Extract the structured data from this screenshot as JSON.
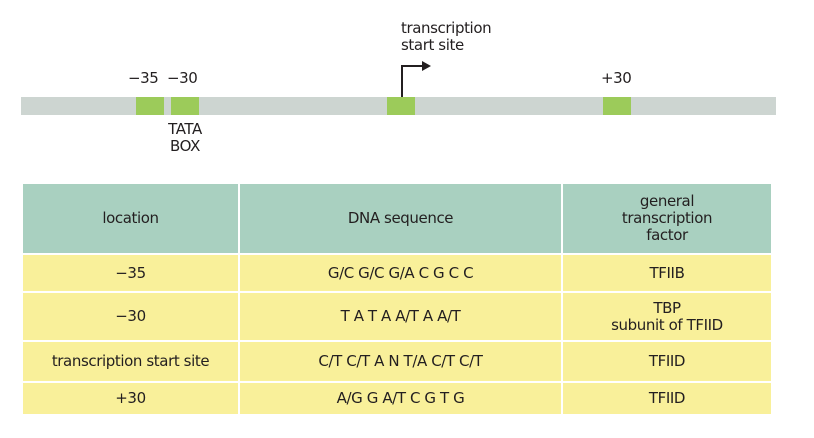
{
  "diagram": {
    "tss_label": [
      "transcription",
      "start site"
    ],
    "pos_labels": {
      "minus35": "−35",
      "minus30": "−30",
      "plus30": "+30"
    },
    "tata_label": [
      "TATA",
      "BOX"
    ],
    "colors": {
      "dna": "#cdd5d1",
      "element": "#9ccb5a"
    }
  },
  "table": {
    "headers": [
      "location",
      "DNA sequence",
      "general transcription factor"
    ],
    "header_factor_lines": [
      "general",
      "transcription",
      "factor"
    ],
    "rows": [
      {
        "location": "−35",
        "sequence": "G/C G/C G/A C G C C",
        "factor": [
          "TFIIB"
        ]
      },
      {
        "location": "−30",
        "sequence": "T A T A A/T A A/T",
        "factor": [
          "TBP",
          "subunit of TFIID"
        ]
      },
      {
        "location": "transcription start site",
        "sequence": "C/T C/T A N T/A C/T C/T",
        "factor": [
          "TFIID"
        ]
      },
      {
        "location": "+30",
        "sequence": "A/G G A/T C G T G",
        "factor": [
          "TFIID"
        ]
      }
    ],
    "colors": {
      "header": "#a9d0c0",
      "row": "#f9f09a"
    }
  }
}
